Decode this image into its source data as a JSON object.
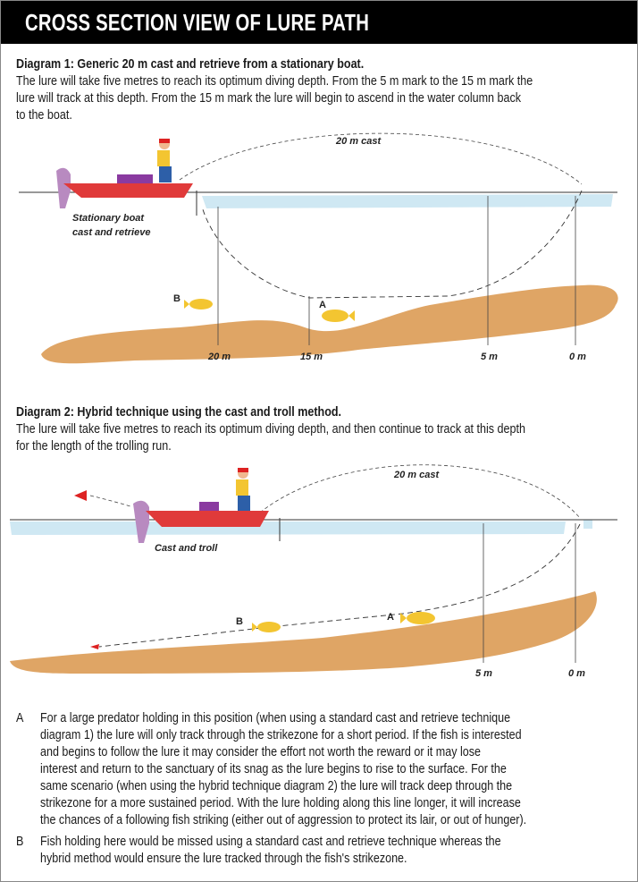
{
  "title": "CROSS SECTION VIEW OF LURE PATH",
  "diagram1": {
    "heading": "Diagram 1: Generic 20 m cast and retrieve from a stationary boat.",
    "body_lines": [
      "The lure will take five metres to reach its optimum diving depth. From the 5 m mark to the 15 m mark the",
      "lure will track at this depth. From the 15 m mark the lure will begin to ascend in the water column back",
      "to the boat."
    ],
    "cast_label": "20 m cast",
    "boat_label_lines": [
      "Stationary boat",
      "cast and retrieve"
    ],
    "fish_labels": [
      "A",
      "B"
    ],
    "distance_marks": [
      "20 m",
      "15 m",
      "5 m",
      "0 m"
    ]
  },
  "diagram2": {
    "heading": "Diagram 2: Hybrid technique using the cast and troll method.",
    "body_lines": [
      "The lure will take five metres to reach its optimum diving depth, and then continue to track at this depth",
      "for the length of the trolling run."
    ],
    "cast_label": "20 m cast",
    "boat_label": "Cast and troll",
    "fish_labels": [
      "A",
      "B"
    ],
    "distance_marks": [
      "5 m",
      "0 m"
    ]
  },
  "notes": [
    {
      "key": "A",
      "lines": [
        "For a large predator holding in this position (when using a standard cast and retrieve technique",
        "diagram 1) the lure will only track through the strikezone for a short period. If the fish is interested",
        "and begins to follow the lure it may consider the effort not worth the reward or it may lose",
        "interest and return to the sanctuary of its snag as the lure begins to rise to the surface. For the",
        "same scenario (when using the hybrid technique diagram 2) the lure will track deep through the",
        "strikezone for a more sustained period. With the lure holding along this line longer, it will increase",
        "the chances of a following fish striking (either out of aggression to protect its lair, or out of hunger)."
      ]
    },
    {
      "key": "B",
      "lines": [
        "Fish holding here would be missed using a standard cast and retrieve technique whereas the",
        "hybrid method would ensure the lure tracked through the fish's strikezone."
      ]
    }
  ],
  "colors": {
    "water": "#cfe8f3",
    "sediment": "#d9954a",
    "hull": "#e03a3a",
    "motor": "#b88ac0",
    "fish": "#f3c531"
  }
}
